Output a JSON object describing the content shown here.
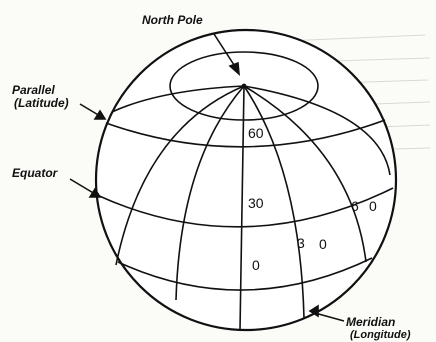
{
  "labels": {
    "north_pole": "North Pole",
    "parallel": "Parallel",
    "latitude": "(Latitude)",
    "equator": "Equator",
    "meridian": "Meridian",
    "longitude": "(Longitude)"
  },
  "numbers": {
    "lat_60": "60",
    "lat_30": "30",
    "lat_0": "0",
    "lon_30_a": "3",
    "lon_30_b": "0",
    "lon_60_a": "6",
    "lon_60_b": "0"
  }
}
